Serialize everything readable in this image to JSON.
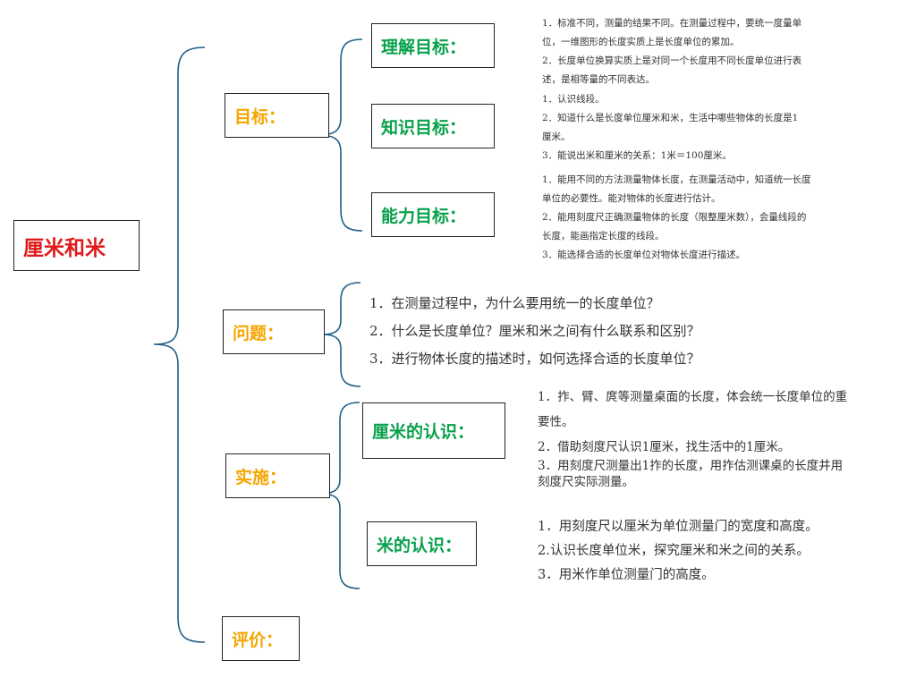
{
  "root": {
    "label": "厘米和米"
  },
  "goals": {
    "label": "目标：",
    "understanding": {
      "label": "理解目标：",
      "lines": [
        "1．标准不同，测量的结果不同。在测量过程中，要统一度量单",
        "位，一维图形的长度实质上是长度单位的累加。",
        "2．长度单位换算实质上是对同一个长度用不同长度单位进行表",
        "述，是相等量的不同表达。"
      ]
    },
    "knowledge": {
      "label": "知识目标：",
      "lines": [
        "1．认识线段。",
        "2．知道什么是长度单位厘米和米，生活中哪些物体的长度是1",
        "厘米。",
        "3．能说出米和厘米的关系：1米＝100厘米。"
      ]
    },
    "ability": {
      "label": "能力目标：",
      "lines": [
        "1．能用不同的方法测量物体长度，在测量活动中，知道统一长度",
        "单位的必要性。能对物体的长度进行估计。",
        "2．能用刻度尺正确测量物体的长度（限整厘米数），会量线段的",
        "长度，能画指定长度的线段。",
        "3．能选择合适的长度单位对物体长度进行描述。"
      ]
    }
  },
  "questions": {
    "label": "问题：",
    "lines": [
      "1．在测量过程中，为什么要用统一的长度单位？",
      "2．什么是长度单位？厘米和米之间有什么联系和区别？",
      "3．进行物体长度的描述时，如何选择合适的长度单位？"
    ]
  },
  "implementation": {
    "label": "实施：",
    "centimeter": {
      "label": "厘米的认识：",
      "items": [
        "1．拃、臂、庹等测量桌面的长度，体会统一长度单位的重",
        "要性。",
        "2．借助刻度尺认识1厘米，找生活中的1厘米。",
        "3．用刻度尺测量出1拃的长度，用拃估测课桌的长度并用",
        "刻度尺实际测量。"
      ]
    },
    "meter": {
      "label": "米的认识：",
      "items": [
        "1．用刻度尺以厘米为单位测量门的宽度和高度。",
        "2.认识长度单位米，探究厘米和米之间的关系。",
        "3．用米作单位测量门的高度。"
      ]
    }
  },
  "evaluation": {
    "label": "评价："
  },
  "colors": {
    "root": "#e0191b",
    "level1": "#f5a500",
    "level2": "#07a14a",
    "bracket": "#1f5f86",
    "text": "#333333"
  }
}
